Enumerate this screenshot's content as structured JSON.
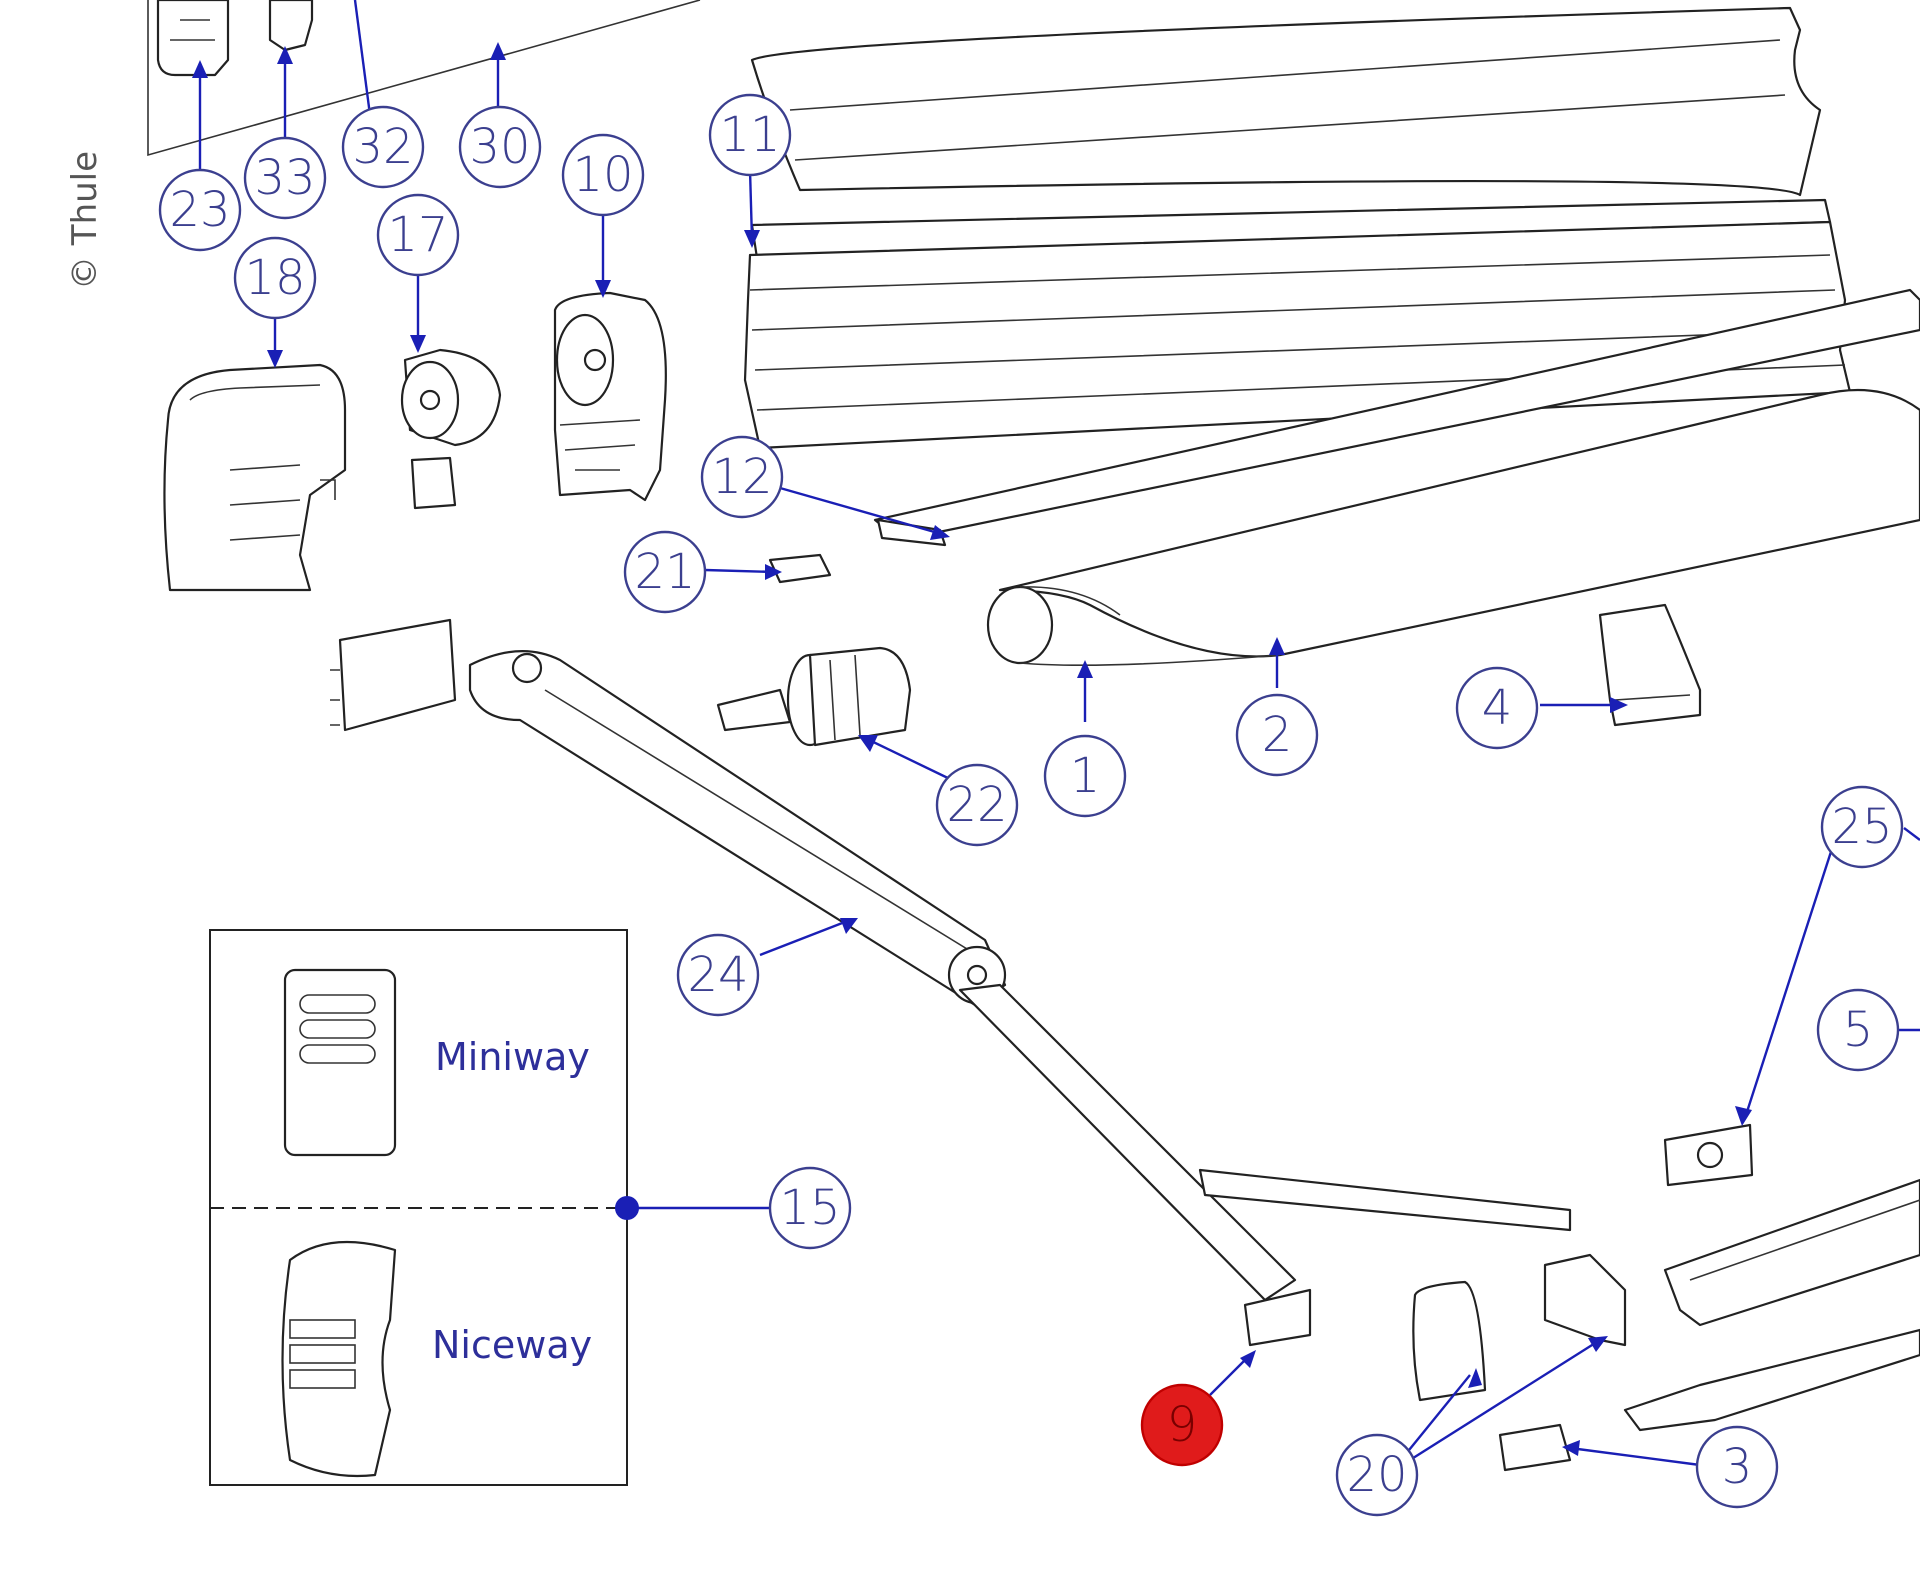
{
  "copyright": "© Thule",
  "colors": {
    "callout": "#3b3f8f",
    "leader": "#1a1fb5",
    "highlight": "#e01b1b"
  },
  "callouts": [
    {
      "id": "23",
      "label": "23"
    },
    {
      "id": "33",
      "label": "33"
    },
    {
      "id": "32",
      "label": "32"
    },
    {
      "id": "30",
      "label": "30"
    },
    {
      "id": "11",
      "label": "11"
    },
    {
      "id": "10",
      "label": "10"
    },
    {
      "id": "17",
      "label": "17"
    },
    {
      "id": "18",
      "label": "18"
    },
    {
      "id": "12",
      "label": "12"
    },
    {
      "id": "21",
      "label": "21"
    },
    {
      "id": "22",
      "label": "22"
    },
    {
      "id": "1",
      "label": "1"
    },
    {
      "id": "2",
      "label": "2"
    },
    {
      "id": "4",
      "label": "4"
    },
    {
      "id": "25",
      "label": "25"
    },
    {
      "id": "24",
      "label": "24"
    },
    {
      "id": "5",
      "label": "5"
    },
    {
      "id": "15",
      "label": "15"
    },
    {
      "id": "9",
      "label": "9",
      "highlighted": true
    },
    {
      "id": "20",
      "label": "20"
    },
    {
      "id": "3",
      "label": "3"
    }
  ],
  "remote_options": [
    {
      "id": "miniway",
      "label": "Miniway"
    },
    {
      "id": "niceway",
      "label": "Niceway"
    }
  ]
}
